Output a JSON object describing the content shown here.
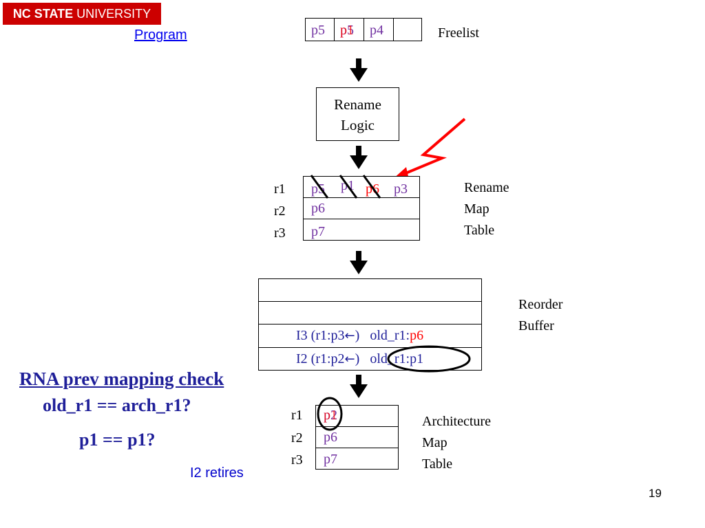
{
  "header": {
    "brand_bold": "NC STATE",
    "brand_light": "UNIVERSITY",
    "program_link": "Program"
  },
  "freelist": {
    "label": "Freelist",
    "entry_1": "p5",
    "entry_2_over": "p1",
    "entry_2_under": "p5",
    "entry_3": "p4"
  },
  "rename_logic": {
    "line1": "Rename",
    "line2": "Logic"
  },
  "rename_map": {
    "label_line1": "Rename",
    "label_line2": "Map",
    "label_line3": "Table",
    "regs": [
      "r1",
      "r2",
      "r3"
    ],
    "r1_values": [
      "p5",
      "p1",
      "p6",
      "p3"
    ],
    "r2_value": "p6",
    "r3_value": "p7"
  },
  "rob": {
    "label_line1": "Reorder",
    "label_line2": "Buffer",
    "entry_i3_prefix": "I3 (r1:p3",
    "entry_i3_arrow": "←",
    "entry_i3_close": ")",
    "entry_i3_old": "old_r1:",
    "entry_i3_old_value": "p6",
    "entry_i2_prefix": "I2 (r1:p2",
    "entry_i2_arrow": "←",
    "entry_i2_close": ")",
    "entry_i2_old": "old_r1:p1"
  },
  "check": {
    "title": "RNA prev mapping check",
    "line1": "old_r1 == arch_r1?",
    "line2": "p1 == p1?",
    "retires": "I2 retires"
  },
  "arch_map": {
    "label_line1": "Architecture",
    "label_line2": "Map",
    "label_line3": "Table",
    "regs": [
      "r1",
      "r2",
      "r3"
    ],
    "r1_value": "p2",
    "r1_overlap": "p1",
    "r2_value": "p6",
    "r3_value": "p7"
  },
  "page_number": "19",
  "colors": {
    "brand_red": "#cc0000",
    "purple": "#7030a0",
    "alert_red": "#ff0000",
    "link_blue": "#0000ee"
  }
}
